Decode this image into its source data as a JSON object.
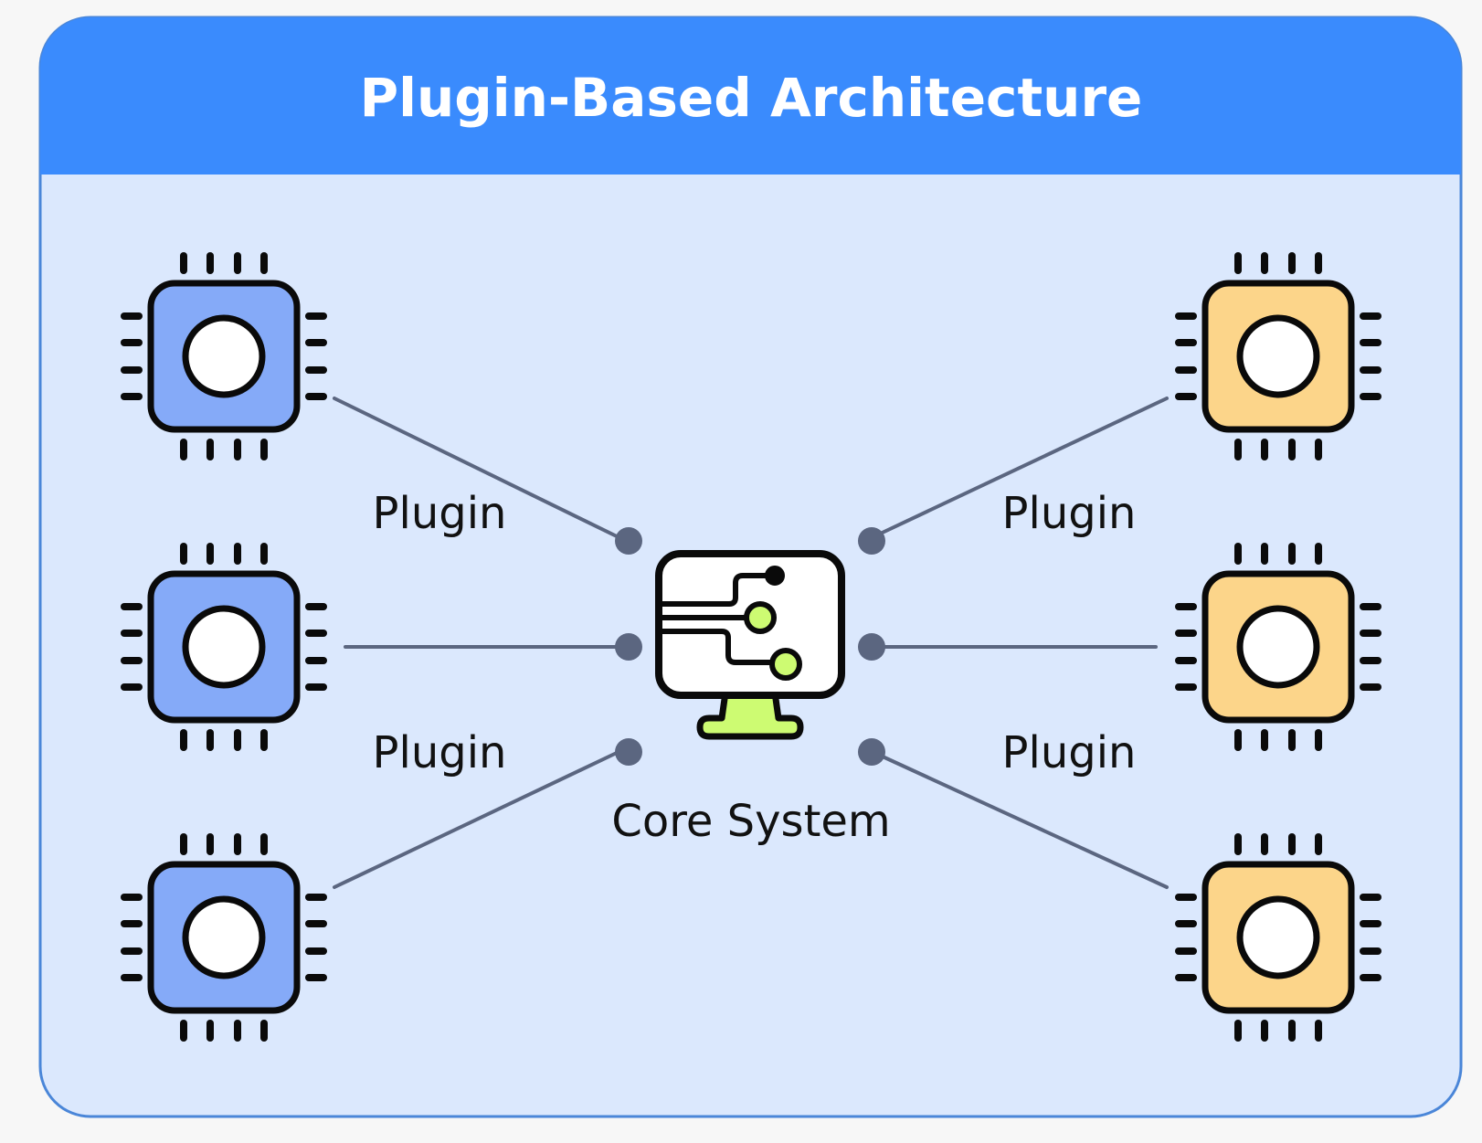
{
  "title": "Plugin-Based Architecture",
  "core": {
    "label": "Core System"
  },
  "labels": {
    "top_left": "Plugin",
    "bottom_left": "Plugin",
    "top_right": "Plugin",
    "bottom_right": "Plugin"
  },
  "plugins": {
    "left": [
      {
        "name": "plugin-chip-left-1"
      },
      {
        "name": "plugin-chip-left-2"
      },
      {
        "name": "plugin-chip-left-3"
      }
    ],
    "right": [
      {
        "name": "plugin-chip-right-1"
      },
      {
        "name": "plugin-chip-right-2"
      },
      {
        "name": "plugin-chip-right-3"
      }
    ]
  },
  "colors": {
    "header": "#3a8bfd",
    "panel": "#dbe8fd",
    "panel_border": "#4a86d8",
    "left_chip": "#85aaf8",
    "right_chip": "#fcd58a",
    "connector": "#5b6680",
    "core_accent": "#cdfb72",
    "stroke": "#0a0a0a"
  },
  "icons": {
    "plugin": "chip-icon",
    "core": "monitor-circuit-icon"
  }
}
